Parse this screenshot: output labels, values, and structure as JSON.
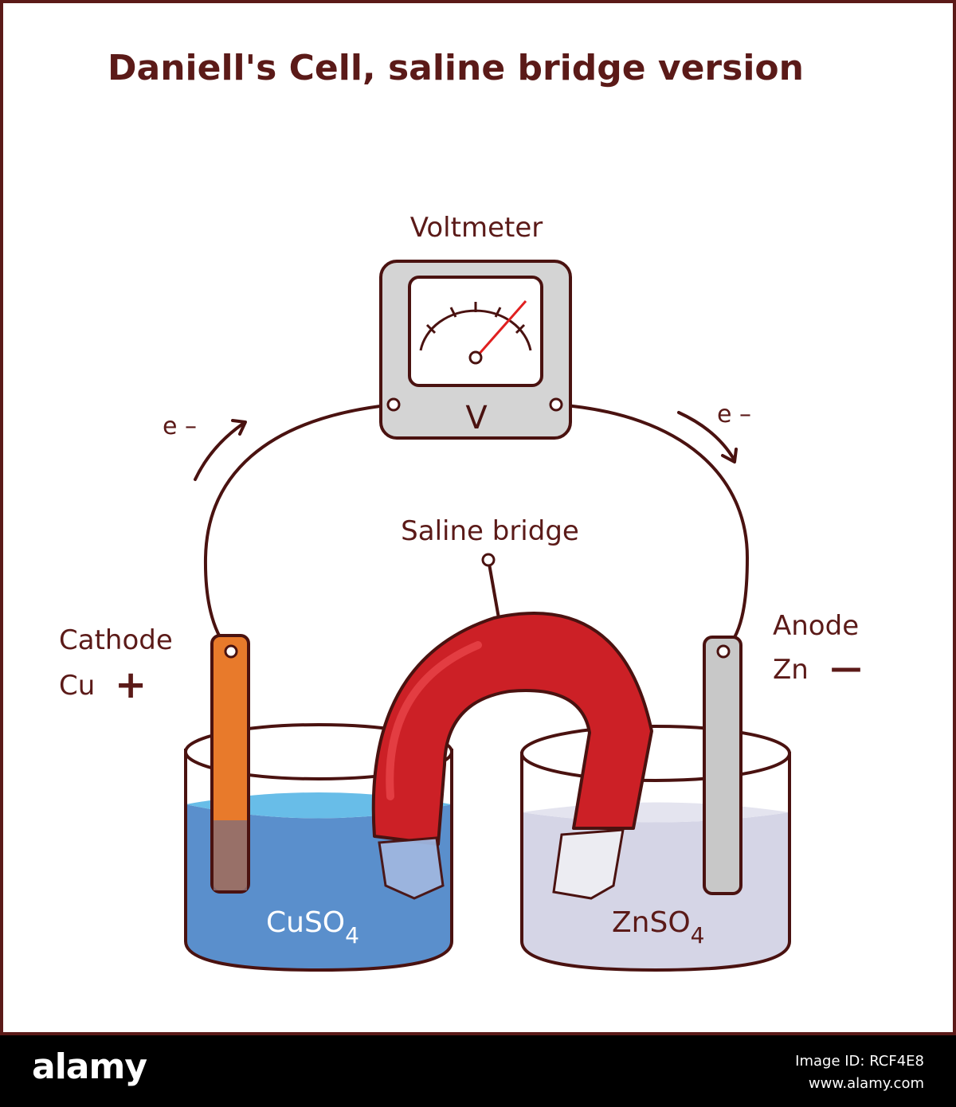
{
  "title": "Daniell's Cell, saline bridge version",
  "labels": {
    "voltmeter": "Voltmeter",
    "voltmeter_symbol": "V",
    "electron_left": "e –",
    "electron_right": "e –",
    "saline_bridge": "Saline bridge",
    "cathode": "Cathode",
    "cathode_metal": "Cu",
    "cathode_sign": "+",
    "anode": "Anode",
    "anode_metal": "Zn",
    "anode_sign": "—",
    "left_solution": "CuSO",
    "left_solution_sub": "4",
    "right_solution": "ZnSO",
    "right_solution_sub": "4"
  },
  "colors": {
    "outline": "#5b1a18",
    "copper": "#e87a2b",
    "zinc": "#c8c8c8",
    "cuso4_solution": "#5a8fcc",
    "znso4_solution": "#d5d5e6",
    "bridge": "#cc2026",
    "needle": "#e02020"
  },
  "footer": {
    "logo": "alamy",
    "image_id": "Image ID: RCF4E8",
    "url": "www.alamy.com"
  }
}
